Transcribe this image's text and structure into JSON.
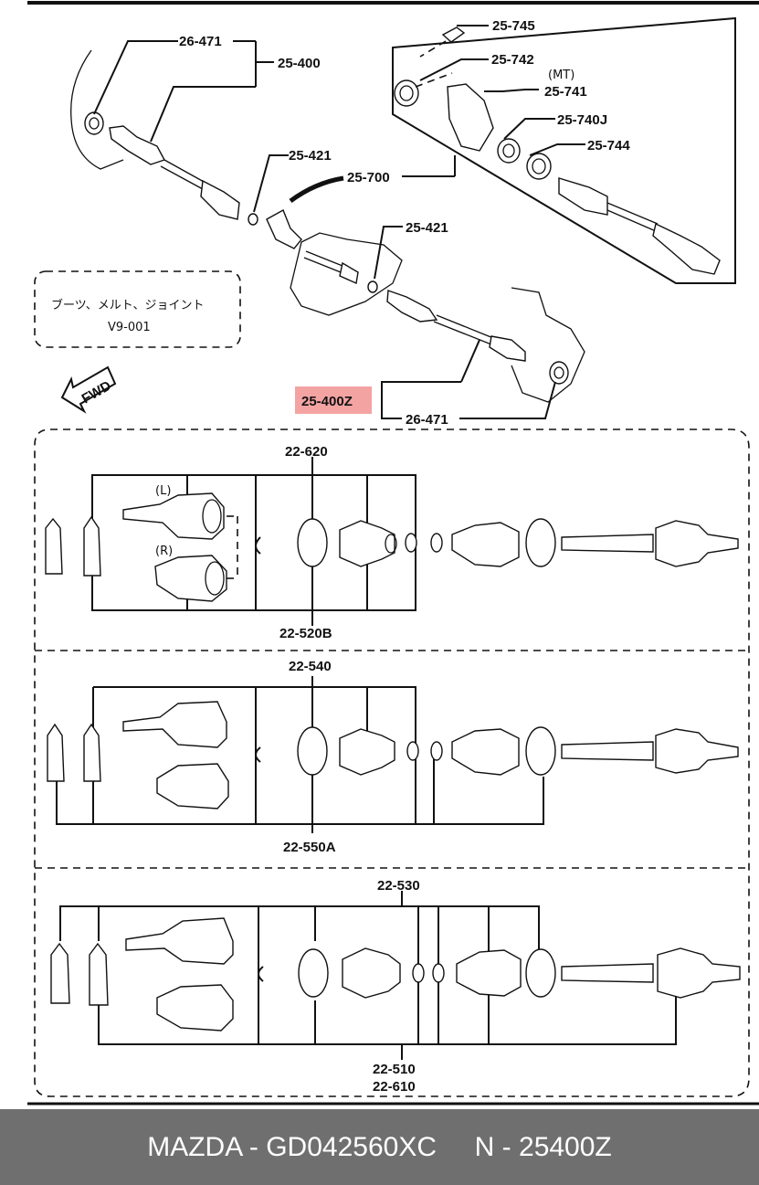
{
  "labels": {
    "l_26_471_top": "26-471",
    "l_25_400": "25-400",
    "l_25_745": "25-745",
    "l_25_742": "25-742",
    "l_mt": "(MT)",
    "l_25_741": "25-741",
    "l_25_740j": "25-740J",
    "l_25_744": "25-744",
    "l_25_421_a": "25-421",
    "l_25_700": "25-700",
    "l_25_421_b": "25-421",
    "l_25_400z": "25-400Z",
    "l_26_471_bottom": "26-471",
    "l_22_620": "22-620",
    "l_22_520b": "22-520B",
    "l_22_540": "22-540",
    "l_22_550a": "22-550A",
    "l_22_530": "22-530",
    "l_22_510": "22-510",
    "l_22_610": "22-610",
    "l_left": "(L)",
    "l_right": "(R)",
    "fwd": "FWD"
  },
  "note": {
    "line1": "ブーツ、メルト、ジョイント",
    "line2": "V9-001"
  },
  "colors": {
    "highlight": "#f4a3a3",
    "footer_bg": "#6f6f6f",
    "footer_text": "#ffffff"
  },
  "footer": {
    "text": "MAZDA - GD042560XC     N - 25400Z"
  }
}
